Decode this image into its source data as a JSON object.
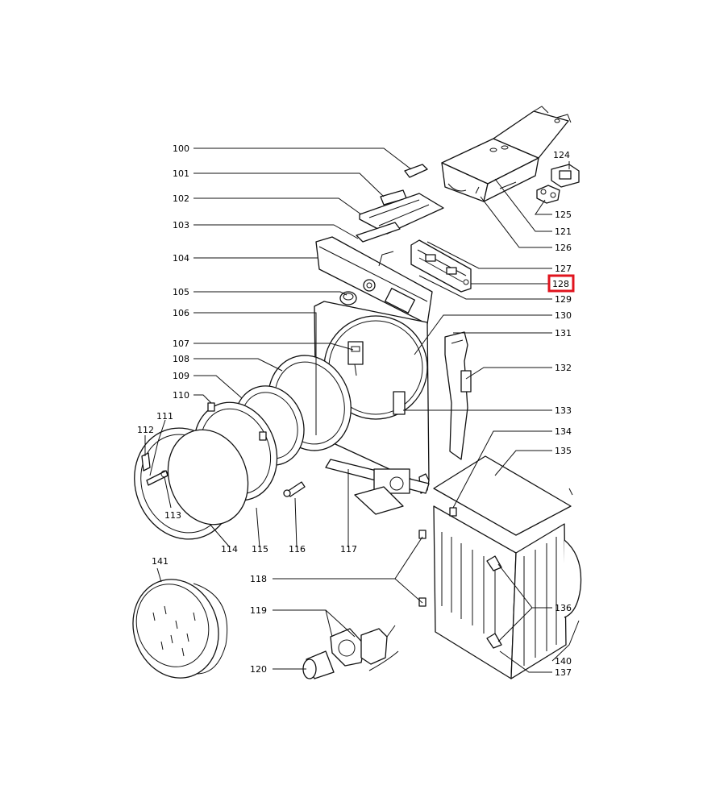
{
  "labels": {
    "l100": "100",
    "l101": "101",
    "l102": "102",
    "l103": "103",
    "l104": "104",
    "l105": "105",
    "l106": "106",
    "l107": "107",
    "l108": "108",
    "l109": "109",
    "l110": "110",
    "l111": "111",
    "l112": "112",
    "l113": "113",
    "l114": "114",
    "l115": "115",
    "l116": "116",
    "l117": "117",
    "l118": "118",
    "l119": "119",
    "l120": "120",
    "l121": "121",
    "l124": "124",
    "l125": "125",
    "l126": "126",
    "l127": "127",
    "l128": "128",
    "l129": "129",
    "l130": "130",
    "l131": "131",
    "l132": "132",
    "l133": "133",
    "l134": "134",
    "l135": "135",
    "l136": "136",
    "l137": "137",
    "l140": "140",
    "l141": "141"
  },
  "highlight": {
    "label": "128",
    "color": "#e0141e"
  }
}
